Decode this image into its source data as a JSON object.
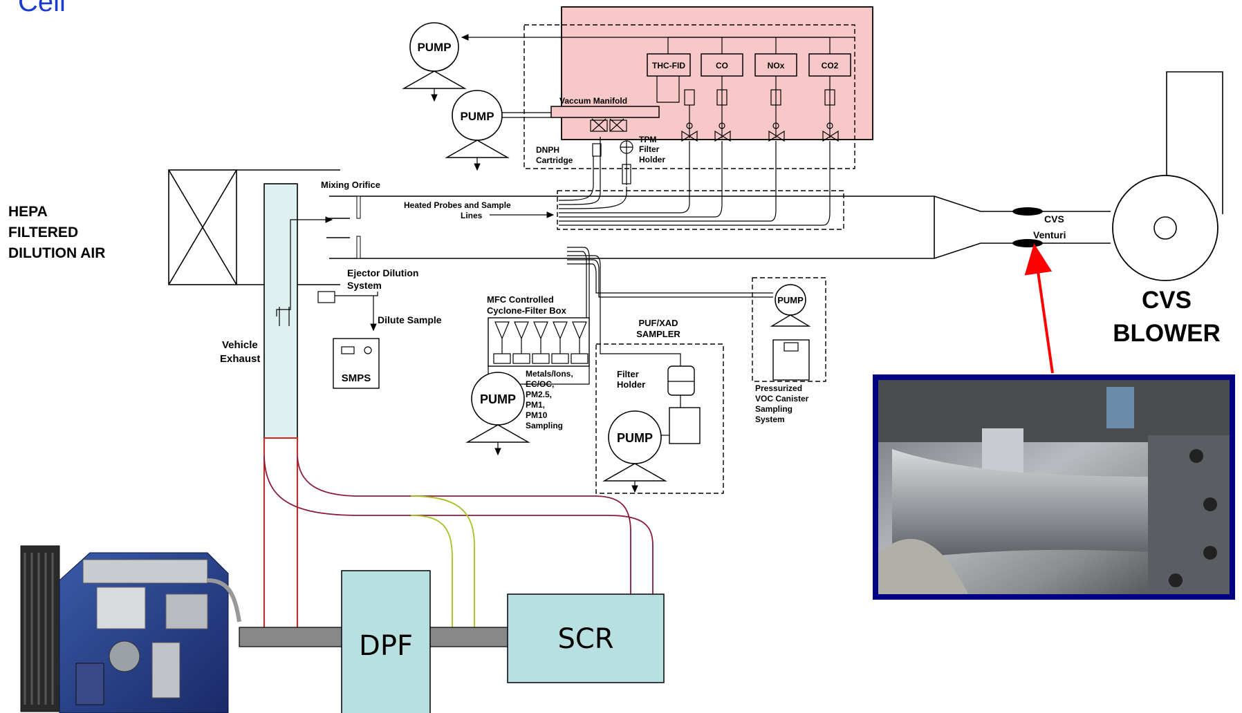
{
  "header": {
    "title": "Cell"
  },
  "labels": {
    "hepa": [
      "HEPA",
      "FILTERED",
      "DILUTION AIR"
    ],
    "mixing_orifice": "Mixing Orifice",
    "heated_probes": [
      "Heated Probes and Sample",
      "Lines"
    ],
    "vaccum_manifold": "Vaccum Manifold",
    "dnph": [
      "DNPH",
      "Cartridge"
    ],
    "tpm": [
      "TPM",
      "Filter",
      "Holder"
    ],
    "ejector": [
      "Ejector Dilution",
      "System"
    ],
    "dilute_sample": "Dilute Sample",
    "vehicle_exhaust": [
      "Vehicle",
      "Exhaust"
    ],
    "smps": "SMPS",
    "mfc": [
      "MFC Controlled",
      "Cyclone-Filter Box"
    ],
    "metals": [
      "Metals/Ions,",
      "EC/OC,",
      "PM2.5,",
      "PM1,",
      "PM10",
      "Sampling"
    ],
    "puf": [
      "PUF/XAD",
      "SAMPLER"
    ],
    "filter_holder": [
      "Filter",
      "Holder"
    ],
    "voc": [
      "Pressurized",
      "VOC Canister",
      "Sampling",
      "System"
    ],
    "cvs_venturi": [
      "CVS",
      "Venturi"
    ],
    "cvs_blower": [
      "CVS",
      "BLOWER"
    ],
    "pump": "PUMP"
  },
  "analyzers": [
    "THC-FID",
    "CO",
    "NOx",
    "CO2"
  ],
  "components": {
    "dpf": "DPF",
    "scr": "SCR"
  },
  "colors": {
    "analyzer_bench": "#f8c8c8",
    "tunnel_fill": "#dff0f0",
    "box_fill": "#b8e0e0",
    "pipe_fill": "#888888",
    "red_line": "#e02020",
    "maroon_line": "#8b1a3a",
    "green_line": "#a8c020",
    "photo_border": "#000080",
    "arrow": "#ff0000",
    "title": "#1a3ccc"
  }
}
